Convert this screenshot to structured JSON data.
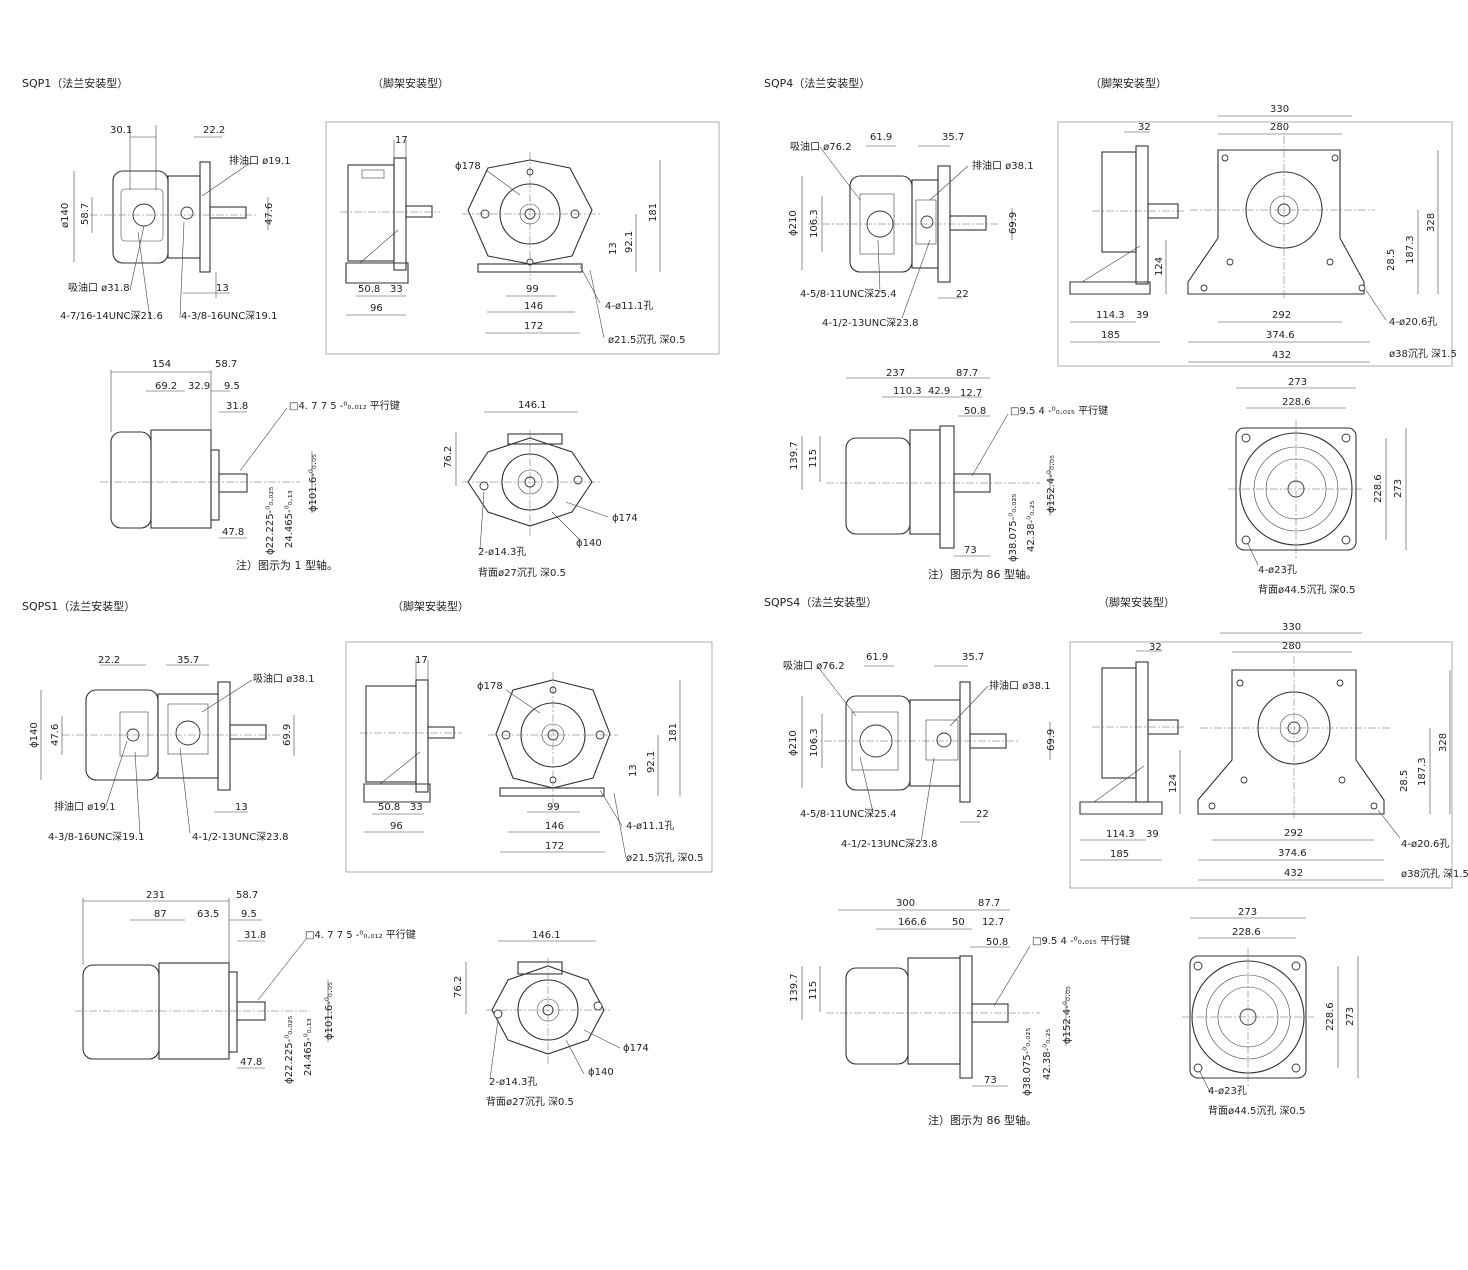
{
  "sections": {
    "sqp1": {
      "title": "SQP1（法兰安装型）",
      "foot_title": "（脚架安装型）",
      "note": "注）图示为 1 型轴。",
      "side": {
        "d_30_1": "30.1",
        "d_22_2": "22.2",
        "d_140": "ø140",
        "d_58_7": "58.7",
        "d_47_6": "47.6",
        "outlet": "排油口 ø19.1",
        "inlet": "吸油口 ø31.8",
        "d_13": "13",
        "thread_a": "4-7/16-14UNC深21.6",
        "thread_b": "4-3/8-16UNC深19.1"
      },
      "foot": {
        "d_17": "17",
        "d_178": "ϕ178",
        "d_181": "181",
        "d_92_1": "92.1",
        "d_13": "13",
        "d_50_8": "50.8",
        "d_33": "33",
        "d_96": "96",
        "d_99": "99",
        "d_146": "146",
        "d_172": "172",
        "holes": "4-ø11.1孔",
        "counterbore": "ø21.5沉孔 深0.5"
      },
      "shaft": {
        "d_154": "154",
        "d_58_7": "58.7",
        "d_69_2": "69.2",
        "d_32_9": "32.9",
        "d_9_5": "9.5",
        "d_31_8": "31.8",
        "key": "□4. 7 7 5 -⁰₀.₀₁₂ 平行键",
        "d_101_6": "ϕ101.6-⁰₀.₀₅",
        "d_22_225": "ϕ22.225-⁰₀.₀₂₅",
        "d_24_465": "24.465-⁰₀.₁₃",
        "d_47_8": "47.8"
      },
      "flange": {
        "d_146_1": "146.1",
        "d_76_2": "76.2",
        "d_174": "ϕ174",
        "d_140": "ϕ140",
        "holes": "2-ø14.3孔",
        "counterbore": "背面ø27沉孔 深0.5"
      }
    },
    "sqps1": {
      "title": "SQPS1（法兰安装型）",
      "foot_title": "（脚架安装型）",
      "side": {
        "d_22_2": "22.2",
        "d_35_7": "35.7",
        "inlet": "吸油口 ø38.1",
        "d_140": "ϕ140",
        "d_47_6": "47.6",
        "d_69_9": "69.9",
        "outlet": "排油口 ø19.1",
        "d_13": "13",
        "thread_a": "4-3/8-16UNC深19.1",
        "thread_b": "4-1/2-13UNC深23.8"
      },
      "foot": {
        "d_17": "17",
        "d_178": "ϕ178",
        "d_181": "181",
        "d_92_1": "92.1",
        "d_13": "13",
        "d_50_8": "50.8",
        "d_33": "33",
        "d_96": "96",
        "d_99": "99",
        "d_146": "146",
        "d_172": "172",
        "holes": "4-ø11.1孔",
        "counterbore": "ø21.5沉孔 深0.5"
      },
      "shaft": {
        "d_231": "231",
        "d_58_7": "58.7",
        "d_87": "87",
        "d_63_5": "63.5",
        "d_9_5": "9.5",
        "d_31_8": "31.8",
        "key": "□4. 7 7 5 -⁰₀.₀₁₂ 平行键",
        "d_101_6": "ϕ101.6-⁰₀.₀₅",
        "d_22_225": "ϕ22.225-⁰₀.₀₂₅",
        "d_24_465": "24.465-⁰₀.₁₃",
        "d_47_8": "47.8"
      },
      "flange": {
        "d_146_1": "146.1",
        "d_76_2": "76.2",
        "d_174": "ϕ174",
        "d_140": "ϕ140",
        "holes": "2-ø14.3孔",
        "counterbore": "背面ø27沉孔 深0.5"
      }
    },
    "sqp4": {
      "title": "SQP4（法兰安装型）",
      "foot_title": "（脚架安装型）",
      "note": "注）图示为 86 型轴。",
      "side": {
        "inlet": "吸油口 ø76.2",
        "d_61_9": "61.9",
        "d_35_7": "35.7",
        "outlet": "排油口 ø38.1",
        "d_210": "ϕ210",
        "d_106_3": "106.3",
        "d_69_9": "69.9",
        "d_22": "22",
        "thread_a": "4-5/8-11UNC深25.4",
        "thread_b": "4-1/2-13UNC深23.8"
      },
      "foot": {
        "d_330": "330",
        "d_280": "280",
        "d_32": "32",
        "d_328": "328",
        "d_187_3": "187.3",
        "d_28_5": "28.5",
        "d_124": "124",
        "d_114_3": "114.3",
        "d_39": "39",
        "d_185": "185",
        "d_292": "292",
        "d_374_6": "374.6",
        "d_432": "432",
        "holes": "4-ø20.6孔",
        "counterbore": "ø38沉孔 深1.5"
      },
      "shaft": {
        "d_237": "237",
        "d_87_7": "87.7",
        "d_110_3": "110.3",
        "d_42_9": "42.9",
        "d_12_7": "12.7",
        "d_50_8": "50.8",
        "key": "□9.5 4 -⁰₀.₀₁₅ 平行键",
        "d_139_7": "139.7",
        "d_115": "115",
        "d_152_4": "ϕ152.4-⁰₀.₀₅",
        "d_38_075": "ϕ38.075-⁰₀.₀₂₅",
        "d_42_38": "42.38-⁰₀.₂₅",
        "d_73": "73"
      },
      "flange": {
        "d_273_top": "273",
        "d_228_6_top": "228.6",
        "d_228_6_side": "228.6",
        "d_273_side": "273",
        "holes": "4-ø23孔",
        "counterbore": "背面ø44.5沉孔 深0.5"
      }
    },
    "sqps4": {
      "title": "SQPS4（法兰安装型）",
      "foot_title": "（脚架安装型）",
      "note": "注）图示为 86 型轴。",
      "side": {
        "inlet": "吸油口 ø76.2",
        "d_61_9": "61.9",
        "d_35_7": "35.7",
        "outlet": "排油口 ø38.1",
        "d_210": "ϕ210",
        "d_106_3": "106.3",
        "d_69_9": "69.9",
        "d_22": "22",
        "thread_a": "4-5/8-11UNC深25.4",
        "thread_b": "4-1/2-13UNC深23.8"
      },
      "foot": {
        "d_330": "330",
        "d_280": "280",
        "d_32": "32",
        "d_328": "328",
        "d_187_3": "187.3",
        "d_28_5": "28.5",
        "d_124": "124",
        "d_114_3": "114.3",
        "d_39": "39",
        "d_185": "185",
        "d_292": "292",
        "d_374_6": "374.6",
        "d_432": "432",
        "holes": "4-ø20.6孔",
        "counterbore": "ø38沉孔 深1.5"
      },
      "shaft": {
        "d_300": "300",
        "d_87_7": "87.7",
        "d_166_6": "166.6",
        "d_50": "50",
        "d_12_7": "12.7",
        "d_50_8": "50.8",
        "key": "□9.5 4 -⁰₀.₀₁₅ 平行键",
        "d_139_7": "139.7",
        "d_115": "115",
        "d_152_4": "ϕ152.4-⁰₀.₀₅",
        "d_38_075": "ϕ38.075-⁰₀.₀₂₅",
        "d_42_38": "42.38-⁰₀.₂₅",
        "d_73": "73"
      },
      "flange": {
        "d_273_top": "273",
        "d_228_6_top": "228.6",
        "d_228_6_side": "228.6",
        "d_273_side": "273",
        "holes": "4-ø23孔",
        "counterbore": "背面ø44.5沉孔 深0.5"
      }
    }
  }
}
